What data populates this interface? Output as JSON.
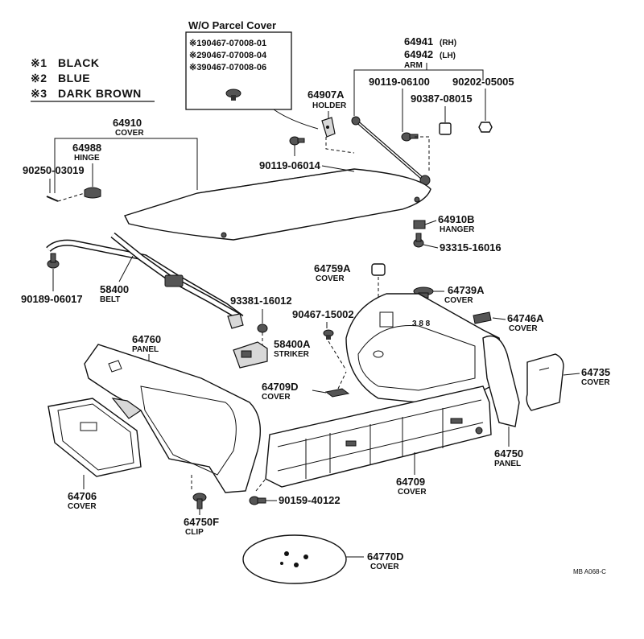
{
  "legend": {
    "items": [
      {
        "mark": "※1",
        "label": "BLACK"
      },
      {
        "mark": "※2",
        "label": "BLUE"
      },
      {
        "mark": "※3",
        "label": "DARK BROWN"
      }
    ]
  },
  "inset": {
    "title": "W/O Parcel Cover",
    "lines": [
      "※190467-07008-01",
      "※290467-07008-04",
      "※390467-07008-06"
    ]
  },
  "parts": {
    "p64941": {
      "number": "64941",
      "suffix": "(RH)"
    },
    "p64942": {
      "number": "64942",
      "suffix": "(LH)",
      "name": "ARM"
    },
    "p90119_06100": {
      "number": "90119-06100"
    },
    "p90202_05005": {
      "number": "90202-05005"
    },
    "p90387_08015": {
      "number": "90387-08015"
    },
    "p64907A": {
      "number": "64907A",
      "name": "HOLDER"
    },
    "p64910": {
      "number": "64910",
      "name": "COVER"
    },
    "p64988": {
      "number": "64988",
      "name": "HINGE"
    },
    "p90250_03019": {
      "number": "90250-03019"
    },
    "p90119_06014": {
      "number": "90119-06014"
    },
    "p64910B": {
      "number": "64910B",
      "name": "HANGER"
    },
    "p93315_16016": {
      "number": "93315-16016"
    },
    "p64759A": {
      "number": "64759A",
      "name": "COVER"
    },
    "p64739A": {
      "number": "64739A",
      "name": "COVER"
    },
    "p90189_06017": {
      "number": "90189-06017"
    },
    "p58400": {
      "number": "58400",
      "name": "BELT"
    },
    "p93381_16012": {
      "number": "93381-16012"
    },
    "p90467_15002": {
      "number": "90467-15002"
    },
    "p64746A": {
      "number": "64746A",
      "name": "COVER"
    },
    "p58400A": {
      "number": "58400A",
      "name": "STRIKER"
    },
    "p64760": {
      "number": "64760",
      "name": "PANEL"
    },
    "p64709D": {
      "number": "64709D",
      "name": "COVER"
    },
    "p64735": {
      "number": "64735",
      "name": "COVER"
    },
    "p64750": {
      "number": "64750",
      "name": "PANEL"
    },
    "p64709": {
      "number": "64709",
      "name": "COVER"
    },
    "p64706": {
      "number": "64706",
      "name": "COVER"
    },
    "p90159_40122": {
      "number": "90159-40122"
    },
    "p64750F": {
      "number": "64750F",
      "name": "CLIP"
    },
    "p64770D": {
      "number": "64770D",
      "name": "COVER"
    }
  },
  "figure_code": "MB  A068-C"
}
